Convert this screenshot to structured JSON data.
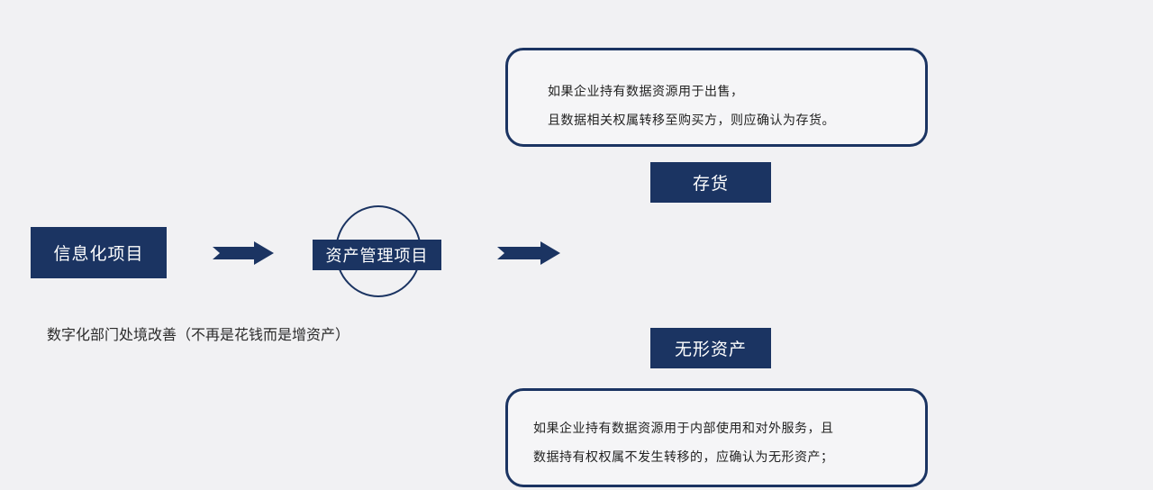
{
  "nodes": {
    "info_project": "信息化项目",
    "asset_project": "资产管理项目",
    "inventory": "存货",
    "intangible": "无形资产"
  },
  "caption": "数字化部门处境改善（不再是花钱而是增资产）",
  "notes": {
    "top": [
      "如果企业持有数据资源用于出售，",
      "且数据相关权属转移至购买方，则应确认为存货。"
    ],
    "bottom": [
      "如果企业持有数据资源用于内部使用和对外服务，且",
      "数据持有权权属不发生转移的，应确认为无形资产；"
    ]
  },
  "colors": {
    "navy": "#1b3462",
    "background": "#f1f1f3"
  }
}
